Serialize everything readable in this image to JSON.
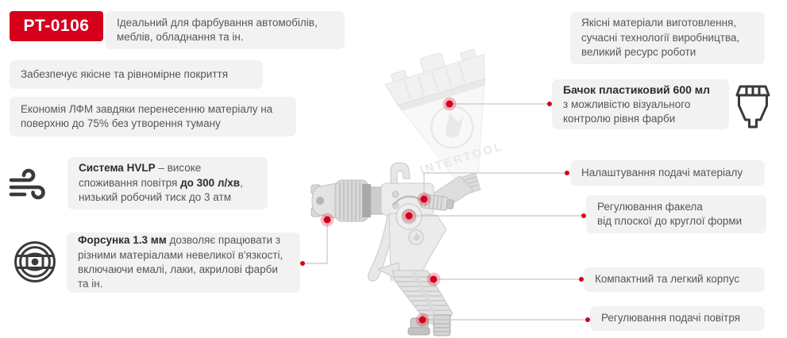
{
  "badge": "PT-0106",
  "brand": "INTERTOOL",
  "colors": {
    "accent_red": "#d6001c",
    "box_background": "#f2f2f3",
    "text": "#55565c",
    "bold_text": "#2b2c30",
    "connector_line": "#c8c8c8",
    "icon_stroke": "#3a3a3c"
  },
  "features_left": {
    "ideal": "Ідеальний для фарбування автомобілів, меблів, обладнання та ін.",
    "coverage": "Забезпечує якісне та рівномірне покриття",
    "economy": "Економія ЛФМ завдяки перенесенню матеріалу на поверхню до 75% без утворення туману",
    "hvlp": {
      "icon": "wind-icon",
      "lead": "Система HVLP",
      "mid": " – високе споживання повітря ",
      "strong": "до 300 л/хв",
      "tail": ", низький робочий тиск до 3 атм"
    },
    "nozzle": {
      "icon": "nozzle-icon",
      "lead": "Форсунка 1.3 мм",
      "tail": " дозволяє працювати з різними матеріалами невеликої в'язкості, включаючи емалі, лаки, акрилові фарби та ін."
    }
  },
  "features_right": {
    "quality": "Якісні матеріали виготовлення, сучасні технології виробництва, великий ресурс роботи",
    "tank": {
      "icon": "paint-cup-icon",
      "lead": "Бачок пластиковий 600 мл",
      "tail": "з можливістю візуального контролю рівня фарби"
    },
    "callouts": {
      "material": "Налаштування подачі матеріалу",
      "fan_line1": "Регулювання факела",
      "fan_line2": "від плоскої до круглої форми",
      "body": "Компактний та легкий корпус",
      "air": "Регулювання подачі повітря"
    }
  }
}
